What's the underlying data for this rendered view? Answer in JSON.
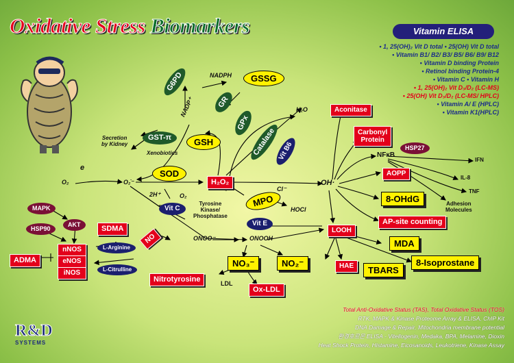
{
  "title": {
    "part1": "Oxidative Stress",
    "part2": "Biomarkers"
  },
  "elisa": {
    "badge": "Vitamin ELISA",
    "items": [
      {
        "text": "1, 25(OH)₂ Vit D total   • 25(OH) Vit D total",
        "highlight": false
      },
      {
        "text": "Vitamin B1/ B2/ B3/ B5/ B6/ B9/ B12",
        "highlight": false
      },
      {
        "text": "Vitamin D binding Protein",
        "highlight": false
      },
      {
        "text": "Retinol binding Protein-4",
        "highlight": false
      },
      {
        "text": "Vitamin C   • Vitamin H",
        "highlight": false
      },
      {
        "text": "1, 25(OH)₂ Vit D₃/D₂ (LC-MS)",
        "highlight": true
      },
      {
        "text": "25(OH) Vit D₃/D₂ (LC-MS/ HPLC)",
        "highlight": true
      },
      {
        "text": "Vitamin A/ E (HPLC)",
        "highlight": false
      },
      {
        "text": "Vitamin K1(HPLC)",
        "highlight": false
      }
    ]
  },
  "nodes": {
    "g6pd": "G6PD",
    "nadph": "NADPH",
    "nadp": "NADP⁺",
    "gr": "GR",
    "gssg": "GSSG",
    "gpx": "GPx",
    "h2o": "H₂O",
    "catalase": "Catalase",
    "gsh": "GSH",
    "gst": "GST-π",
    "secretion": "Secretion\nby Kidney",
    "xenobiotics": "Xenobiotics",
    "vitb6": "Vit B6",
    "e": "e",
    "o2a": "O₂",
    "o2rad": "O₂̇⁻",
    "sod": "SOD",
    "twoh": "2H⁺",
    "o2b": "O₂",
    "vitc": "Vit C",
    "h2o2": "H₂O₂",
    "tyrosine": "Tyrosine\nKinase/\nPhosphatase",
    "mpo": "MPO",
    "cl": "Cl⁻",
    "hocl": "HOCl",
    "vite": "Vit E",
    "oh": "OH·",
    "aconitase": "Aconitase",
    "carbonyl": "Carbonyl\nProtein",
    "hsp27": "HSP27",
    "nfkb": "NFκB",
    "ifn": "IFN",
    "il8": "IL-8",
    "tnf": "TNF",
    "adhesion": "Adhesion\nMolecules",
    "aopp": "AOPP",
    "ohdg": "8-OHdG",
    "apsite": "AP-site counting",
    "looh": "LOOH",
    "mda": "MDA",
    "hae": "HAE",
    "tbars": "TBARS",
    "isop": "8-Isoprostane",
    "mapk": "MAPK",
    "akt": "AKT",
    "hsp90": "HSP90",
    "sdma": "SDMA",
    "nnos": "nNOS",
    "enos": "eNOS",
    "inos": "iNOS",
    "adma": "ADMA",
    "larg": "L-Arginine",
    "lcit": "L-Citrulline",
    "no": "NO",
    "onoo": "ONOO⁻",
    "onooh": "ONOOH",
    "no3": "NO₃⁻",
    "no2": "NO₂⁻",
    "nitrotyr": "Nitrotyrosine",
    "ldl": "LDL",
    "oxldl": "Ox-LDL"
  },
  "bottom": [
    {
      "text": "Total Anti-Oxidative Status (TAS), Total Oxidative Status (TOS)",
      "highlight": true
    },
    {
      "text": "RTK, MAPK & Kinase Proteome Array &  ELISA, ChIP Kit",
      "highlight": false
    },
    {
      "text": "DNA Damage & Repair, Mitochondria membrane potential",
      "highlight": false
    },
    {
      "text": "환경호르몬 ELISA - Vitellogenin, Medaka, BPA, Melamine, Dioxin",
      "highlight": false
    },
    {
      "text": "Heat Shock Protein, Histamine, Eicosanoids, Leukotriene, Kinase Assay",
      "highlight": false
    }
  ],
  "logo": {
    "main": "R&D",
    "sub": "SYSTEMS"
  },
  "colors": {
    "red": "#e3001b",
    "yellow": "#fff200",
    "green_dark": "#1f5a2a",
    "navy": "#1b1f6e",
    "maroon": "#7a1036",
    "elisa_blue": "#1a2c8a"
  }
}
